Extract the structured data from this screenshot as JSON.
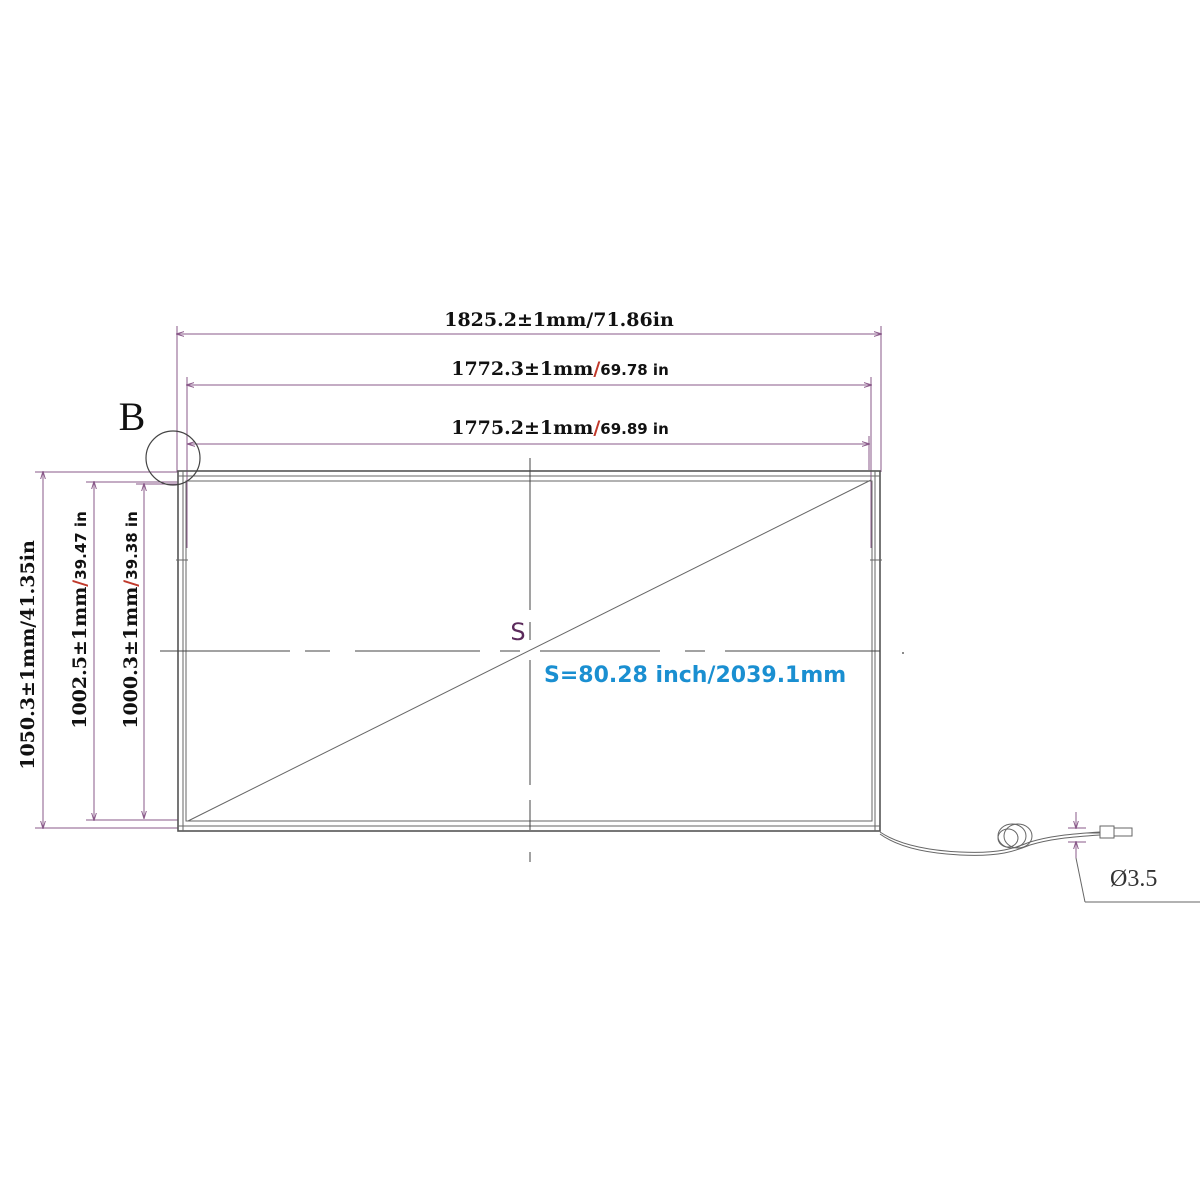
{
  "dimensions": {
    "outer_width": {
      "value": "1825.2±1mm/71.86in"
    },
    "inner_width": {
      "value": "1772.3±1mm",
      "slash": "/",
      "inch": "69.78 in"
    },
    "active_width": {
      "value": "1775.2±1mm",
      "slash": "/",
      "inch": "69.89 in"
    },
    "outer_height": {
      "value": "1050.3±1mm/41.35in"
    },
    "inner_height": {
      "value": "1002.5±1mm",
      "slash": "/",
      "inch": "39.47 in"
    },
    "active_height": {
      "value": "1000.3±1mm",
      "slash": "/",
      "inch": "39.38 in"
    }
  },
  "detail_label": "B",
  "diagonal": {
    "symbol": "S",
    "text": "S=80.28 inch/2039.1mm"
  },
  "cable": {
    "diameter_label": "Ø3.5"
  },
  "colors": {
    "dim_line": "#8a5a8a",
    "diagonal_text": "#1a8fd1",
    "slash": "#c0392b"
  }
}
